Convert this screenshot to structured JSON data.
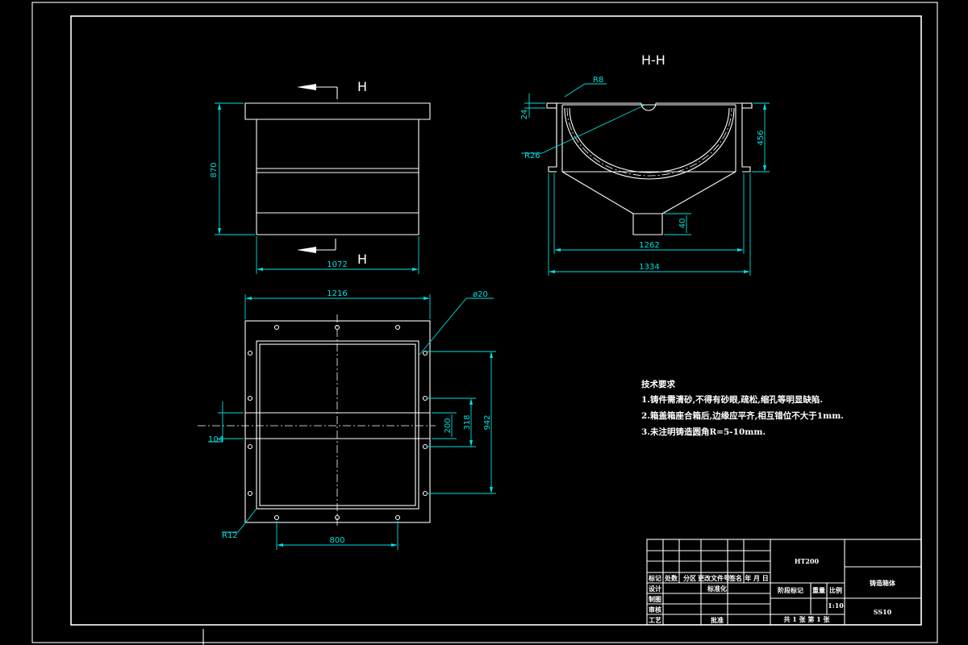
{
  "views": {
    "front": {
      "section_mark_top": "H",
      "section_mark_bottom": "H",
      "dim_height": "870",
      "dim_width": "1072"
    },
    "section": {
      "title": "H-H",
      "dim_r8": "R8",
      "dim_r26": "R26",
      "dim_24": "24",
      "dim_456": "456",
      "dim_40": "40",
      "dim_1262": "1262",
      "dim_1334": "1334"
    },
    "plan": {
      "dim_1216": "1216",
      "dim_phi20": "ø20",
      "dim_942": "942",
      "dim_318": "318",
      "dim_200": "200",
      "dim_104": "104",
      "dim_r12": "R12",
      "dim_800": "800"
    }
  },
  "notes": {
    "title": "技术要求",
    "items": [
      "1.铸件需清砂,不得有砂眼,疏松,缩孔等明显缺陷.",
      "2.箱盖箱座合箱后,边缘应平齐,相互错位不大于1mm.",
      "3.未注明铸造圆角R=5-10mm."
    ]
  },
  "title_block": {
    "material": "HT200",
    "part_name": "铸造箱体",
    "drawing_no": "SS10",
    "revision_headers": [
      "标记",
      "处数",
      "分区",
      "更改文件号",
      "签名",
      "年 月 日"
    ],
    "roles": [
      "设计",
      "制图",
      "审核",
      "工艺"
    ],
    "standardize": "标准化",
    "approve": "批准",
    "stage_mark": "阶段标记",
    "weight": "重量",
    "scale_label": "比例",
    "scale": "1:10",
    "sheets": "共 1 张  第 1 张"
  }
}
